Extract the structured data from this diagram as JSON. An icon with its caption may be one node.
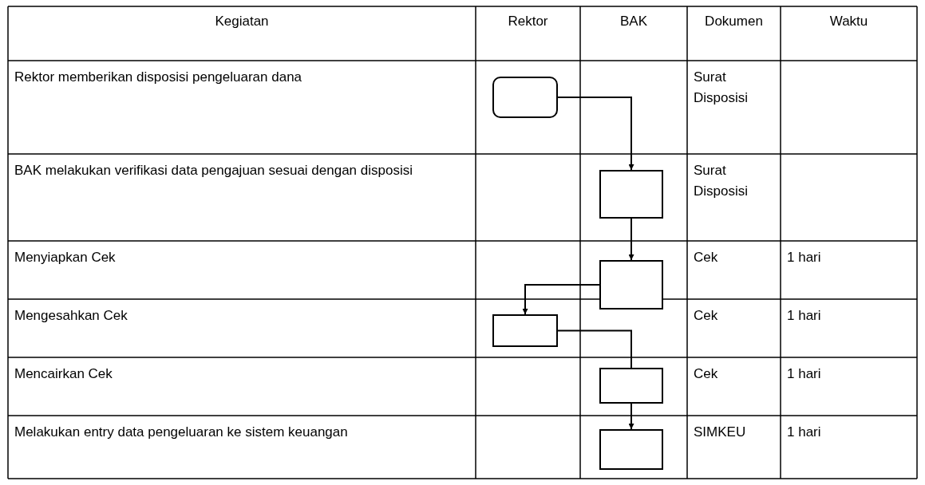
{
  "diagram": {
    "nodes": [
      {
        "text": [],
        "shape": "rounded"
      },
      {
        "text": [],
        "shape": "box"
      },
      {
        "text": [],
        "shape": "box"
      },
      {
        "text": [],
        "shape": "box"
      },
      {
        "text": [],
        "shape": "box"
      },
      {
        "text": [],
        "shape": "box"
      }
    ],
    "edges": [
      {
        "from": 0,
        "to": 1,
        "arrow": "to"
      },
      {
        "from": 1,
        "to": 2,
        "arrow": "to"
      },
      {
        "from": 2,
        "to": 3,
        "arrow": "to"
      },
      {
        "from": 3,
        "to": 4,
        "arrow": "none"
      },
      {
        "from": 4,
        "to": 5,
        "arrow": "to"
      }
    ],
    "labels": [
      "Kegiatan",
      "Rektor",
      "BAK",
      "Dokumen",
      "Waktu",
      "Rektor memberikan disposisi pengeluaran dana",
      "Surat Disposisi",
      "BAK melakukan verifikasi data pengajuan sesuai dengan disposisi",
      "Surat Disposisi",
      "Menyiapkan Cek",
      "Cek",
      "1 hari",
      "Mengesahkan Cek",
      "Cek",
      "1 hari",
      "Mencairkan Cek",
      "Cek",
      "1 hari",
      "Melakukan entry data pengeluaran ke sistem keuangan",
      "SIMKEU",
      "1 hari"
    ]
  }
}
